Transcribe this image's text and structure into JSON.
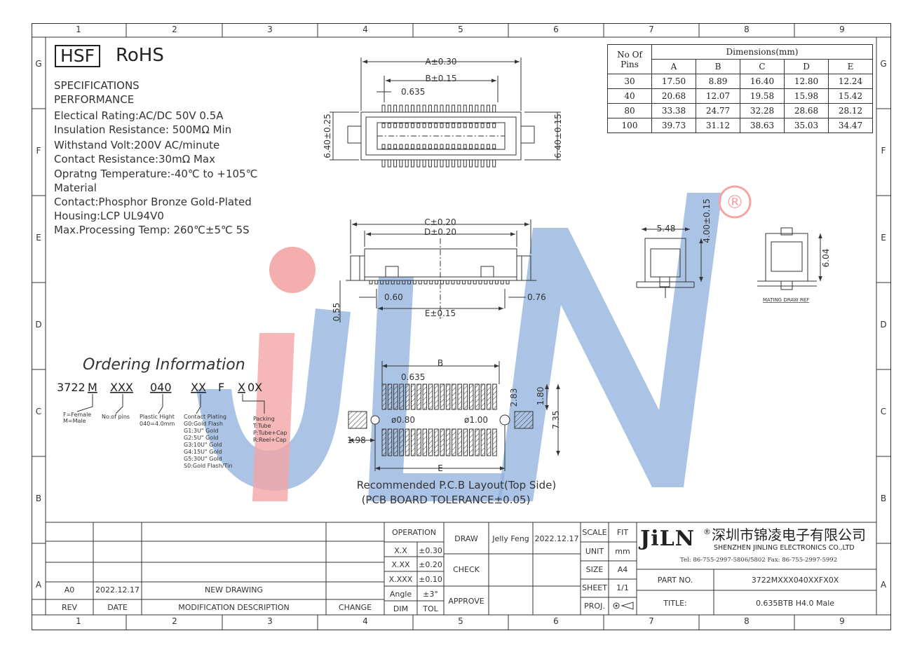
{
  "zones_top": [
    "1",
    "2",
    "3",
    "4",
    "5",
    "6",
    "7",
    "8",
    "9"
  ],
  "zones_side": [
    "G",
    "F",
    "E",
    "D",
    "C",
    "B",
    "A"
  ],
  "logo": {
    "hsf": "HSF",
    "rohs": "RoHS",
    "watermark": "JiLN",
    "registered": "®"
  },
  "specs": [
    "SPECIFICATIONS",
    "PERFORMANCE",
    "Electical Rating:AC/DC 50V 0.5A",
    "Insulation Resistance: 500MΩ Min",
    "Withstand Volt:200V AC/minute",
    "Contact Resistance:30mΩ Max",
    "Opratng Temperature:-40℃ to +105℃",
    "Material",
    "Contact:Phosphor Bronze Gold-Plated",
    "Housing:LCP UL94V0",
    "Max.Processing Temp: 260℃±5℃ 5S"
  ],
  "dimension_table": {
    "col_pins": "No Of Pins",
    "group_header": "Dimensions(mm)",
    "cols": [
      "A",
      "B",
      "C",
      "D",
      "E"
    ],
    "rows": [
      [
        "30",
        "17.50",
        "8.89",
        "16.40",
        "12.80",
        "12.24"
      ],
      [
        "40",
        "20.68",
        "12.07",
        "19.58",
        "15.98",
        "15.42"
      ],
      [
        "80",
        "33.38",
        "24.77",
        "32.28",
        "28.68",
        "28.12"
      ],
      [
        "100",
        "39.73",
        "31.12",
        "38.63",
        "35.03",
        "34.47"
      ]
    ]
  },
  "top_view": {
    "a": "A±0.30",
    "b": "B±0.15",
    "pitch": "0.635",
    "h_left": "6.40±0.25",
    "h_right": "6.40±0.15"
  },
  "front_view": {
    "c": "C±0.20",
    "d": "D±0.20",
    "e": "E±0.15",
    "w1": "0.60",
    "w2": "0.76",
    "h": "0.55"
  },
  "side_view": {
    "w": "5.48",
    "h": "4.00±0.15",
    "h2": "6.04",
    "mating": "MATING DRAW REF"
  },
  "pcb": {
    "b": "B",
    "pitch": "0.635",
    "d1": "ø0.80",
    "d2": "ø1.00",
    "h1": "2.83",
    "h2": "1.80",
    "h3": "7.35",
    "w": "1.98",
    "e": "E",
    "caption1": "Recommended P.C.B Layout(Top Side)",
    "caption2": "(PCB BOARD TOLERANCE±0.05)"
  },
  "ordering": {
    "title": "Ordering Information",
    "code": [
      "3722",
      "M",
      "XXX",
      "040",
      "XX",
      "F",
      "X",
      "0X"
    ],
    "gender": [
      "F=Female",
      "M=Male"
    ],
    "pins": "No.of pins",
    "height": [
      "Plastic Hight",
      "040=4.0mm"
    ],
    "plating": [
      "Contact Plating",
      "G0:Gold Flash",
      "G1:3U\" Gold",
      "G2:5U\" Gold",
      "G3:10U\" Gold",
      "G4:15U\" Gold",
      "G5:30U\" Gold",
      "S0:Gold Flash/Tin"
    ],
    "packing": [
      "Packing",
      "T:Tube",
      "P:Tube+Cap",
      "R:Reel+Cap"
    ]
  },
  "title_block": {
    "rev_rows": [
      [
        "A0",
        "2022.12.17",
        "NEW DRAWING",
        ""
      ]
    ],
    "rev_headers": [
      "REV",
      "DATE",
      "MODIFICATION DESCRIPTION",
      "CHANGE"
    ],
    "tol": [
      [
        "OPERATION",
        ""
      ],
      [
        "X.X",
        "±0.30"
      ],
      [
        "X.XX",
        "±0.20"
      ],
      [
        "X.XXX",
        "±0.10"
      ],
      [
        "Angle",
        "±3°"
      ],
      [
        "DIM",
        "TOL"
      ]
    ],
    "draw": "DRAW",
    "drawer": "Jelly Feng",
    "date": "2022.12.17",
    "check": "CHECK",
    "approve": "APPROVE",
    "scale": [
      "SCALE",
      "FIT"
    ],
    "unit": [
      "UNIT",
      "mm"
    ],
    "size": [
      "SIZE",
      "A4"
    ],
    "sheet": [
      "SHEET",
      "1/1"
    ],
    "proj": "PROJ.",
    "company_cn": "深圳市锦凌电子有限公司",
    "company_en": "SHENZHEN JINLING ELECTRONICS CO.,LTD",
    "contact": "Tel: 86-755-2997-5806/5802  Fax: 86-755-2997-5992",
    "part_no_label": "PART NO.",
    "part_no": "3722MXXX040XXFX0X",
    "title_label": "TITLE:",
    "title": "0.635BTB H4.0 Male"
  }
}
